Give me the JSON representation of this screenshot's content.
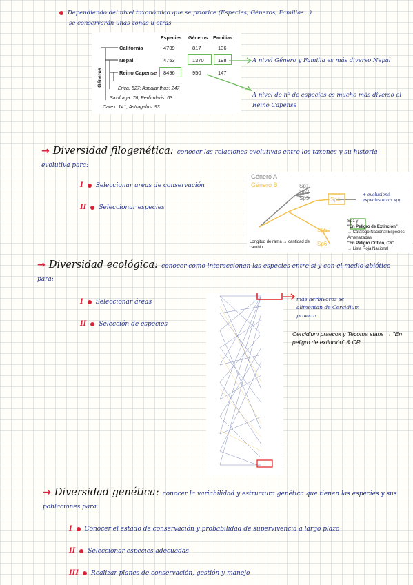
{
  "section1": {
    "intro_line1": "Dependiendo del nivel taxonómico que se priorice (Especies, Géneros, Familias...)",
    "intro_line2": "se conservarán unas zonas u otras",
    "table": {
      "col_headers": [
        "Especies",
        "Géneros",
        "Familias"
      ],
      "axis_label": "Géneros",
      "rows": [
        {
          "region": "California",
          "values": [
            "4739",
            "817",
            "136"
          ]
        },
        {
          "region": "Nepal",
          "values": [
            "4753",
            "1370",
            "198"
          ]
        },
        {
          "region": "Reino Capense",
          "values": [
            "8496",
            "950",
            "147"
          ]
        }
      ],
      "captions": [
        "Erica: 527; Aspalanthus: 247",
        "Saxifraga: 76; Pedicularis: 63",
        "Carex: 141; Astragalus: 93"
      ]
    },
    "note_nepal": "A nivel Género y Familia es más diverso Nepal",
    "note_capense": "A nivel de nº de especies es mucho más diverso el Reino Capense"
  },
  "section2": {
    "title": "Diversidad filogenética:",
    "desc": "conocer las relaciones evolutivas entre los taxones y su historia evolutiva para:",
    "steps": [
      {
        "num": "I",
        "text": "Seleccionar areas de conservación"
      },
      {
        "num": "II",
        "text": "Seleccionar especies"
      }
    ],
    "figure": {
      "genus_a": "Género A",
      "genus_b": "Género B",
      "species": [
        "Sp1",
        "Sp2",
        "Sp3",
        "Sp4",
        "Sp5",
        "Sp6"
      ],
      "extra_note": "+ evolucionó especies otras spp.",
      "axis_label": "Longitud de rama → cantidad de cambio",
      "legend_title": "Sp1 y",
      "legend_items": [
        "\"En Peligro de Extinción\"",
        "→ Catálogo Nacional Especies Amenazadas",
        "\"En Peligro Crítico, CR\"",
        "→ Lista Roja Nacional"
      ]
    }
  },
  "section3": {
    "title": "Diversidad ecológica:",
    "desc": "conocer como interaccionan las especies entre sí y con el medio abiótico para:",
    "steps": [
      {
        "num": "I",
        "text": "Seleccionar áreas"
      },
      {
        "num": "II",
        "text": "Selección de especies"
      }
    ],
    "note_herb": "más herbívoros se alimentan de Cercidium praecox",
    "note_peligro": "Cercidium praecox y Tecoma stans → \"En peligro de extinción\" & CR"
  },
  "section4": {
    "title": "Diversidad genética:",
    "desc": "conocer la variabilidad y estructura genética que tienen las especies y sus poblaciones para:",
    "steps": [
      {
        "num": "I",
        "text": "Conocer el estado de conservación y probabilidad de supervivencia a largo plazo"
      },
      {
        "num": "II",
        "text": "Seleccionar especies adecuadas"
      },
      {
        "num": "III",
        "text": "Realizar planes de conservación, gestión y manejo"
      }
    ]
  },
  "colors": {
    "ink": "#1f2f8a",
    "accent_red": "#d8243a",
    "highlight_green": "#6bb85a",
    "highlight_yellow": "#f5c542"
  }
}
